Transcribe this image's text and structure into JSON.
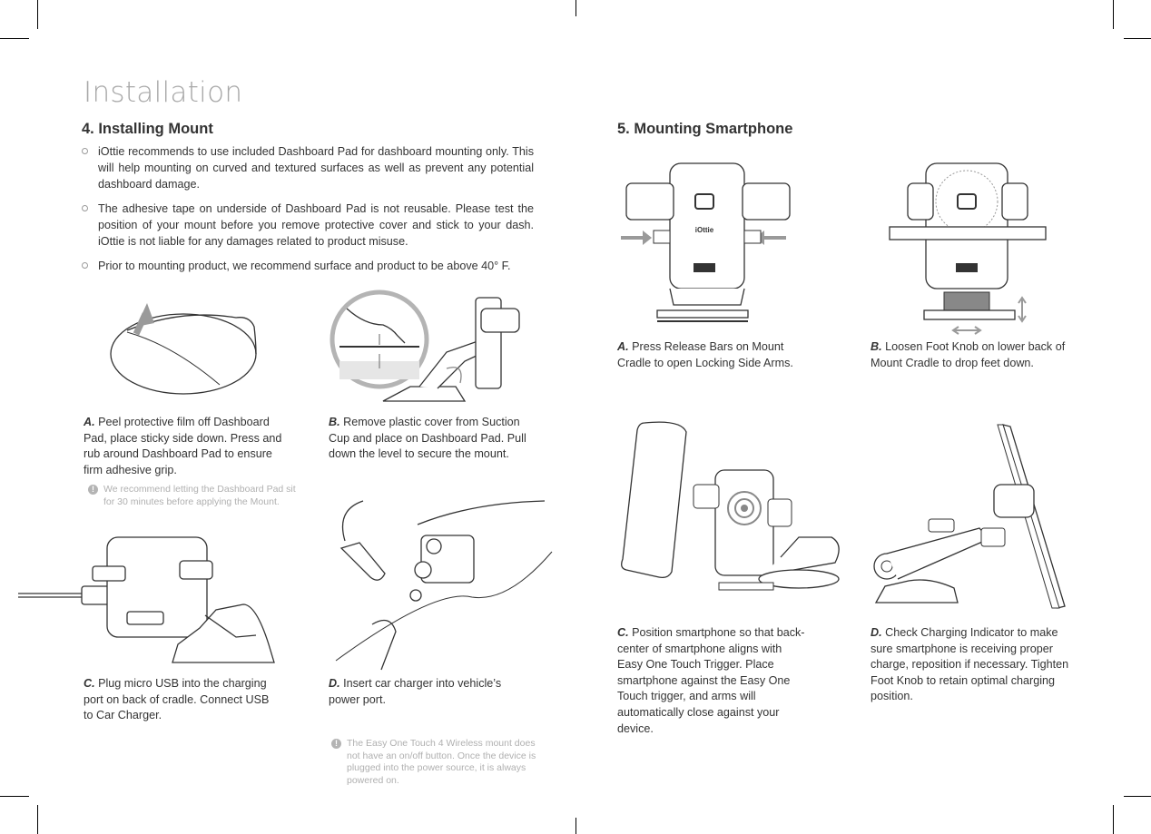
{
  "page_heading": "Installation",
  "section4": {
    "title": "4. Installing Mount",
    "bullets": [
      "iOttie recommends to use included Dashboard Pad for dashboard mounting only. This will help mounting on curved and textured surfaces as well as prevent any potential dashboard damage.",
      "The adhesive tape on underside of Dashboard Pad is not reusable. Please test the position of your mount before you remove protective cover and stick to your dash. iOttie is not liable for any damages related to product misuse.",
      "Prior to mounting product, we recommend surface and product to be above 40° F."
    ],
    "steps": {
      "a": {
        "letter": "A.",
        "text": "Peel protective film off Dashboard Pad, place sticky side down. Press and rub around Dashboard Pad to ensure firm adhesive grip."
      },
      "a_note": "We recommend letting the Dashboard Pad sit for 30 minutes before applying the Mount.",
      "b": {
        "letter": "B.",
        "text": "Remove plastic cover from Suction Cup and place on Dashboard Pad. Pull down the level to secure the mount."
      },
      "c": {
        "letter": "C.",
        "text": "Plug micro USB into the charging port on back of cradle. Connect USB to Car Charger."
      },
      "d": {
        "letter": "D.",
        "text": "Insert car charger into vehicle’s power port."
      },
      "d_note": "The Easy One Touch 4 Wireless mount does not have an on/off button. Once the device is plugged into the power source, it is always powered on."
    }
  },
  "section5": {
    "title": "5. Mounting Smartphone",
    "steps": {
      "a": {
        "letter": "A.",
        "text": "Press Release Bars on Mount Cradle to open Locking Side Arms."
      },
      "b": {
        "letter": "B.",
        "text": "Loosen Foot Knob on lower back of Mount Cradle to drop feet down."
      },
      "c": {
        "letter": "C.",
        "text": "Position smartphone so that back-center of smartphone aligns with Easy One Touch Trigger. Place smartphone against the Easy One Touch trigger, and arms will automatically close against your device."
      },
      "d": {
        "letter": "D.",
        "text": "Check Charging Indicator to make sure smartphone is receiving proper charge, reposition if necessary. Tighten Foot Knob to retain optimal charging position."
      }
    }
  },
  "brand_text": "iOttie",
  "colors": {
    "heading_gray": "#a8a8a8",
    "text": "#333333",
    "note_gray": "#b0b0b0",
    "arrow_gray": "#9a9a9a"
  }
}
